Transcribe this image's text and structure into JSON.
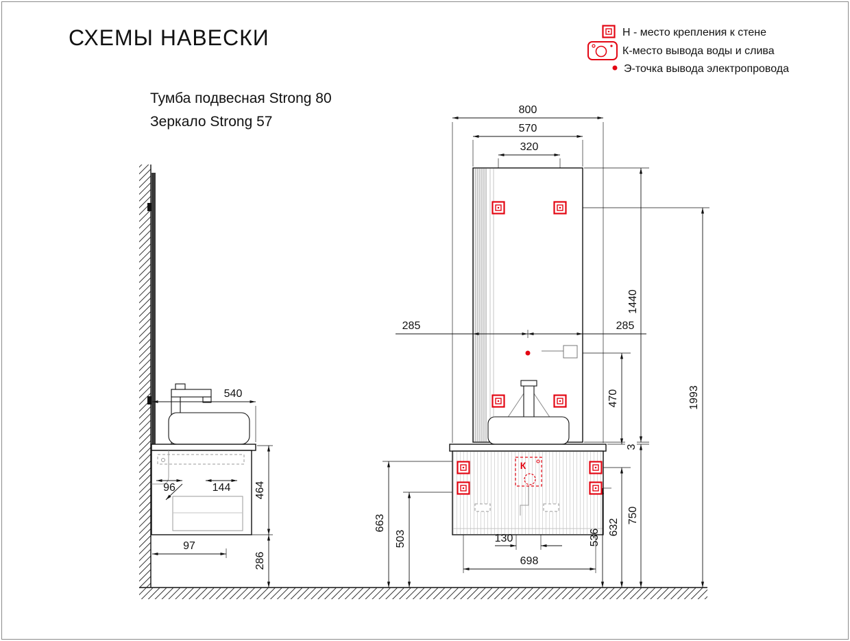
{
  "title": "СХЕМЫ НАВЕСКИ",
  "subtitle": {
    "line1": "Тумба подвесная Strong 80",
    "line2": "Зеркало Strong 57"
  },
  "legend": {
    "wall_mount_label": "Н - место крепления к стене",
    "water_drain_label": "К-место вывода воды и слива",
    "electric_label": "Э-точка вывода электропровода"
  },
  "colors": {
    "marker_red": "#e30613",
    "line_black": "#111111",
    "detail_gray": "#9a9a9a"
  },
  "front_view": {
    "k_marker": "К",
    "dims": {
      "total_width": "800",
      "mirror_width": "570",
      "mirror_mount_span": "320",
      "mirror_height": "1440",
      "mirror_cabinet_gap": "3",
      "top_mount_height": "1993",
      "center_offset_left": "285",
      "center_offset_right": "285",
      "electric_above_cabinet": "470",
      "cabinet_top_height": "750",
      "upper_mount_height": "632",
      "lower_mount_height": "536",
      "water_outlet_height": "663",
      "drain_height": "503",
      "drain_span": "130",
      "cabinet_mount_span": "698"
    }
  },
  "side_view": {
    "dims": {
      "depth": "540",
      "wall_offset_1": "96",
      "wall_offset_2": "144",
      "cabinet_height": "464",
      "floor_clearance": "286",
      "front_offset": "97"
    }
  }
}
